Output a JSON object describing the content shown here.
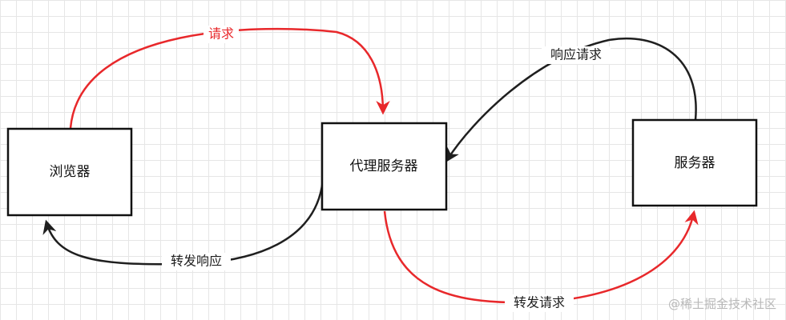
{
  "colors": {
    "request": "#e8282b",
    "response": "#1f1f1f",
    "box_border": "#111111"
  },
  "nodes": {
    "browser": "浏览器",
    "proxy": "代理服务器",
    "server": "服务器"
  },
  "edges": {
    "request": "请求",
    "forward_request": "转发请求",
    "response_request": "响应请求",
    "forward_response": "转发响应"
  },
  "watermark": "@稀土掘金技术社区"
}
